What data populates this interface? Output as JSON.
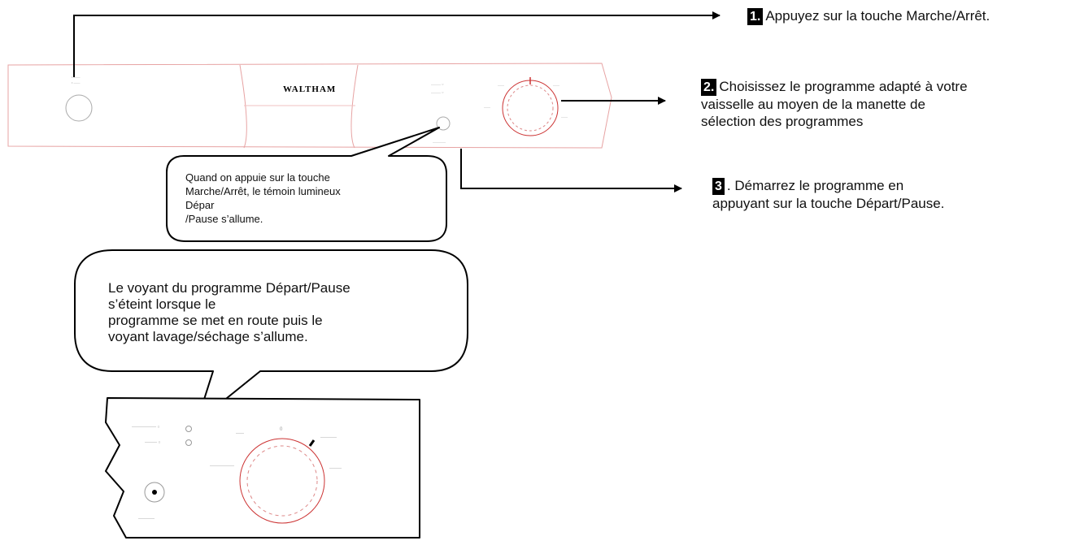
{
  "panel": {
    "brand": "WALTHAM"
  },
  "steps": [
    {
      "number": "1.",
      "text": "Appuyez sur la touche Marche/Arrêt."
    },
    {
      "number": "2.",
      "text_lines": [
        "Choisissez le programme adapté à votre",
        "vaisselle au moyen de la manette de",
        "sélection des programmes"
      ]
    },
    {
      "number": "3",
      "text_lines": [
        ". Démarrez le programme en",
        "appuyant sur la touche Départ/Pause."
      ]
    }
  ],
  "callouts": [
    {
      "lines": [
        "Quand on appuie sur  la touche",
        "Marche/Arrêt, le témoin lumineux",
        "Dépar",
        "/Pause s’allume."
      ]
    },
    {
      "lines": [
        "Le voyant du programme Départ/Pause",
        "s’éteint lorsque le",
        "programme se met en route puis le",
        "voyant lavage/séchage s’allume."
      ]
    }
  ],
  "colors": {
    "line": "#000000",
    "panel_outline": "#e7a3a3",
    "dial_mark": "#cc3333"
  },
  "icons": [
    "arrow-right-icon",
    "power-button-icon",
    "start-pause-button-icon",
    "program-dial-icon"
  ]
}
